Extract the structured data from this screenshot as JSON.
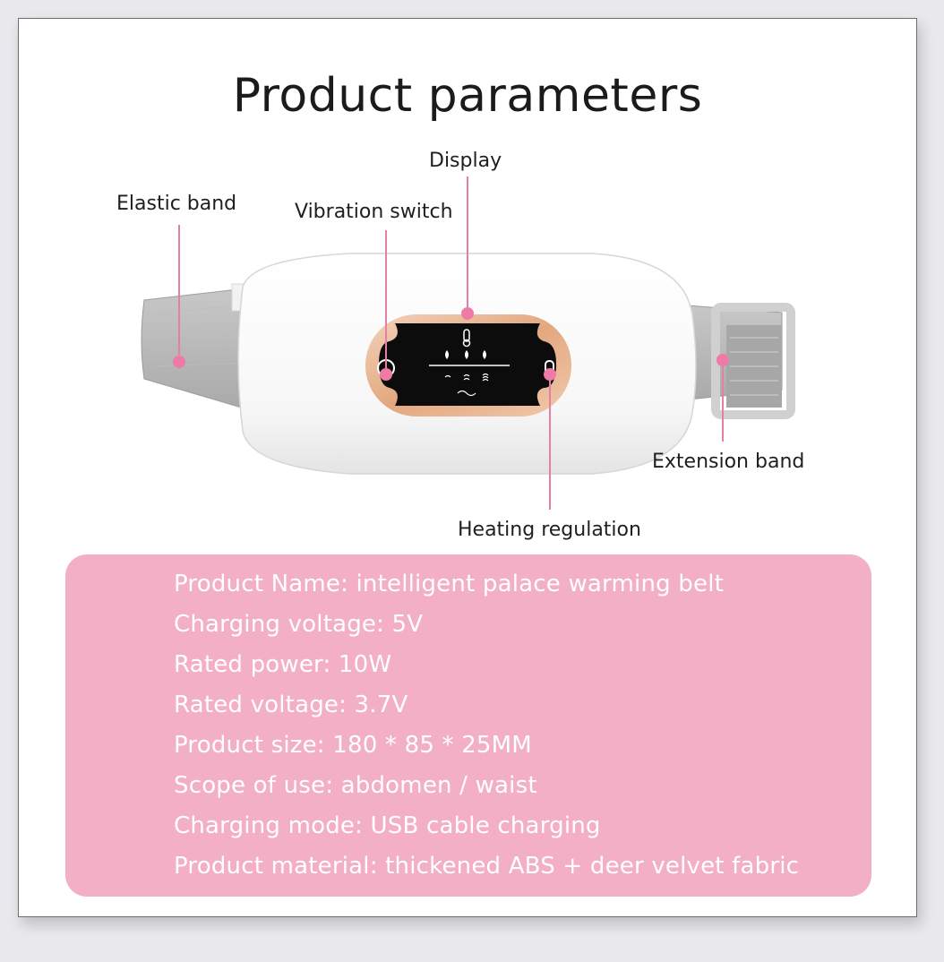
{
  "title": "Product parameters",
  "callouts": {
    "display": "Display",
    "elastic_band": "Elastic band",
    "vibration_switch": "Vibration switch",
    "extension_band": "Extension band",
    "heating_regulation": "Heating regulation"
  },
  "specs": [
    "Product Name: intelligent palace warming belt",
    "Charging voltage: 5V",
    "Rated power: 10W",
    "Rated voltage: 3.7V",
    "Product size: 180 * 85 * 25MM",
    "Scope of use: abdomen / waist",
    "Charging mode: USB cable charging",
    "Product material: thickened ABS + deer velvet fabric"
  ],
  "colors": {
    "accent_pink": "#ee7aa7",
    "spec_panel": "#f3afc6",
    "panel_gold": "#e7b28a",
    "band_gray": "#b9b9b9"
  },
  "icons": [
    "thermometer-icon",
    "flame-icon",
    "wave-icon",
    "power-icon"
  ]
}
